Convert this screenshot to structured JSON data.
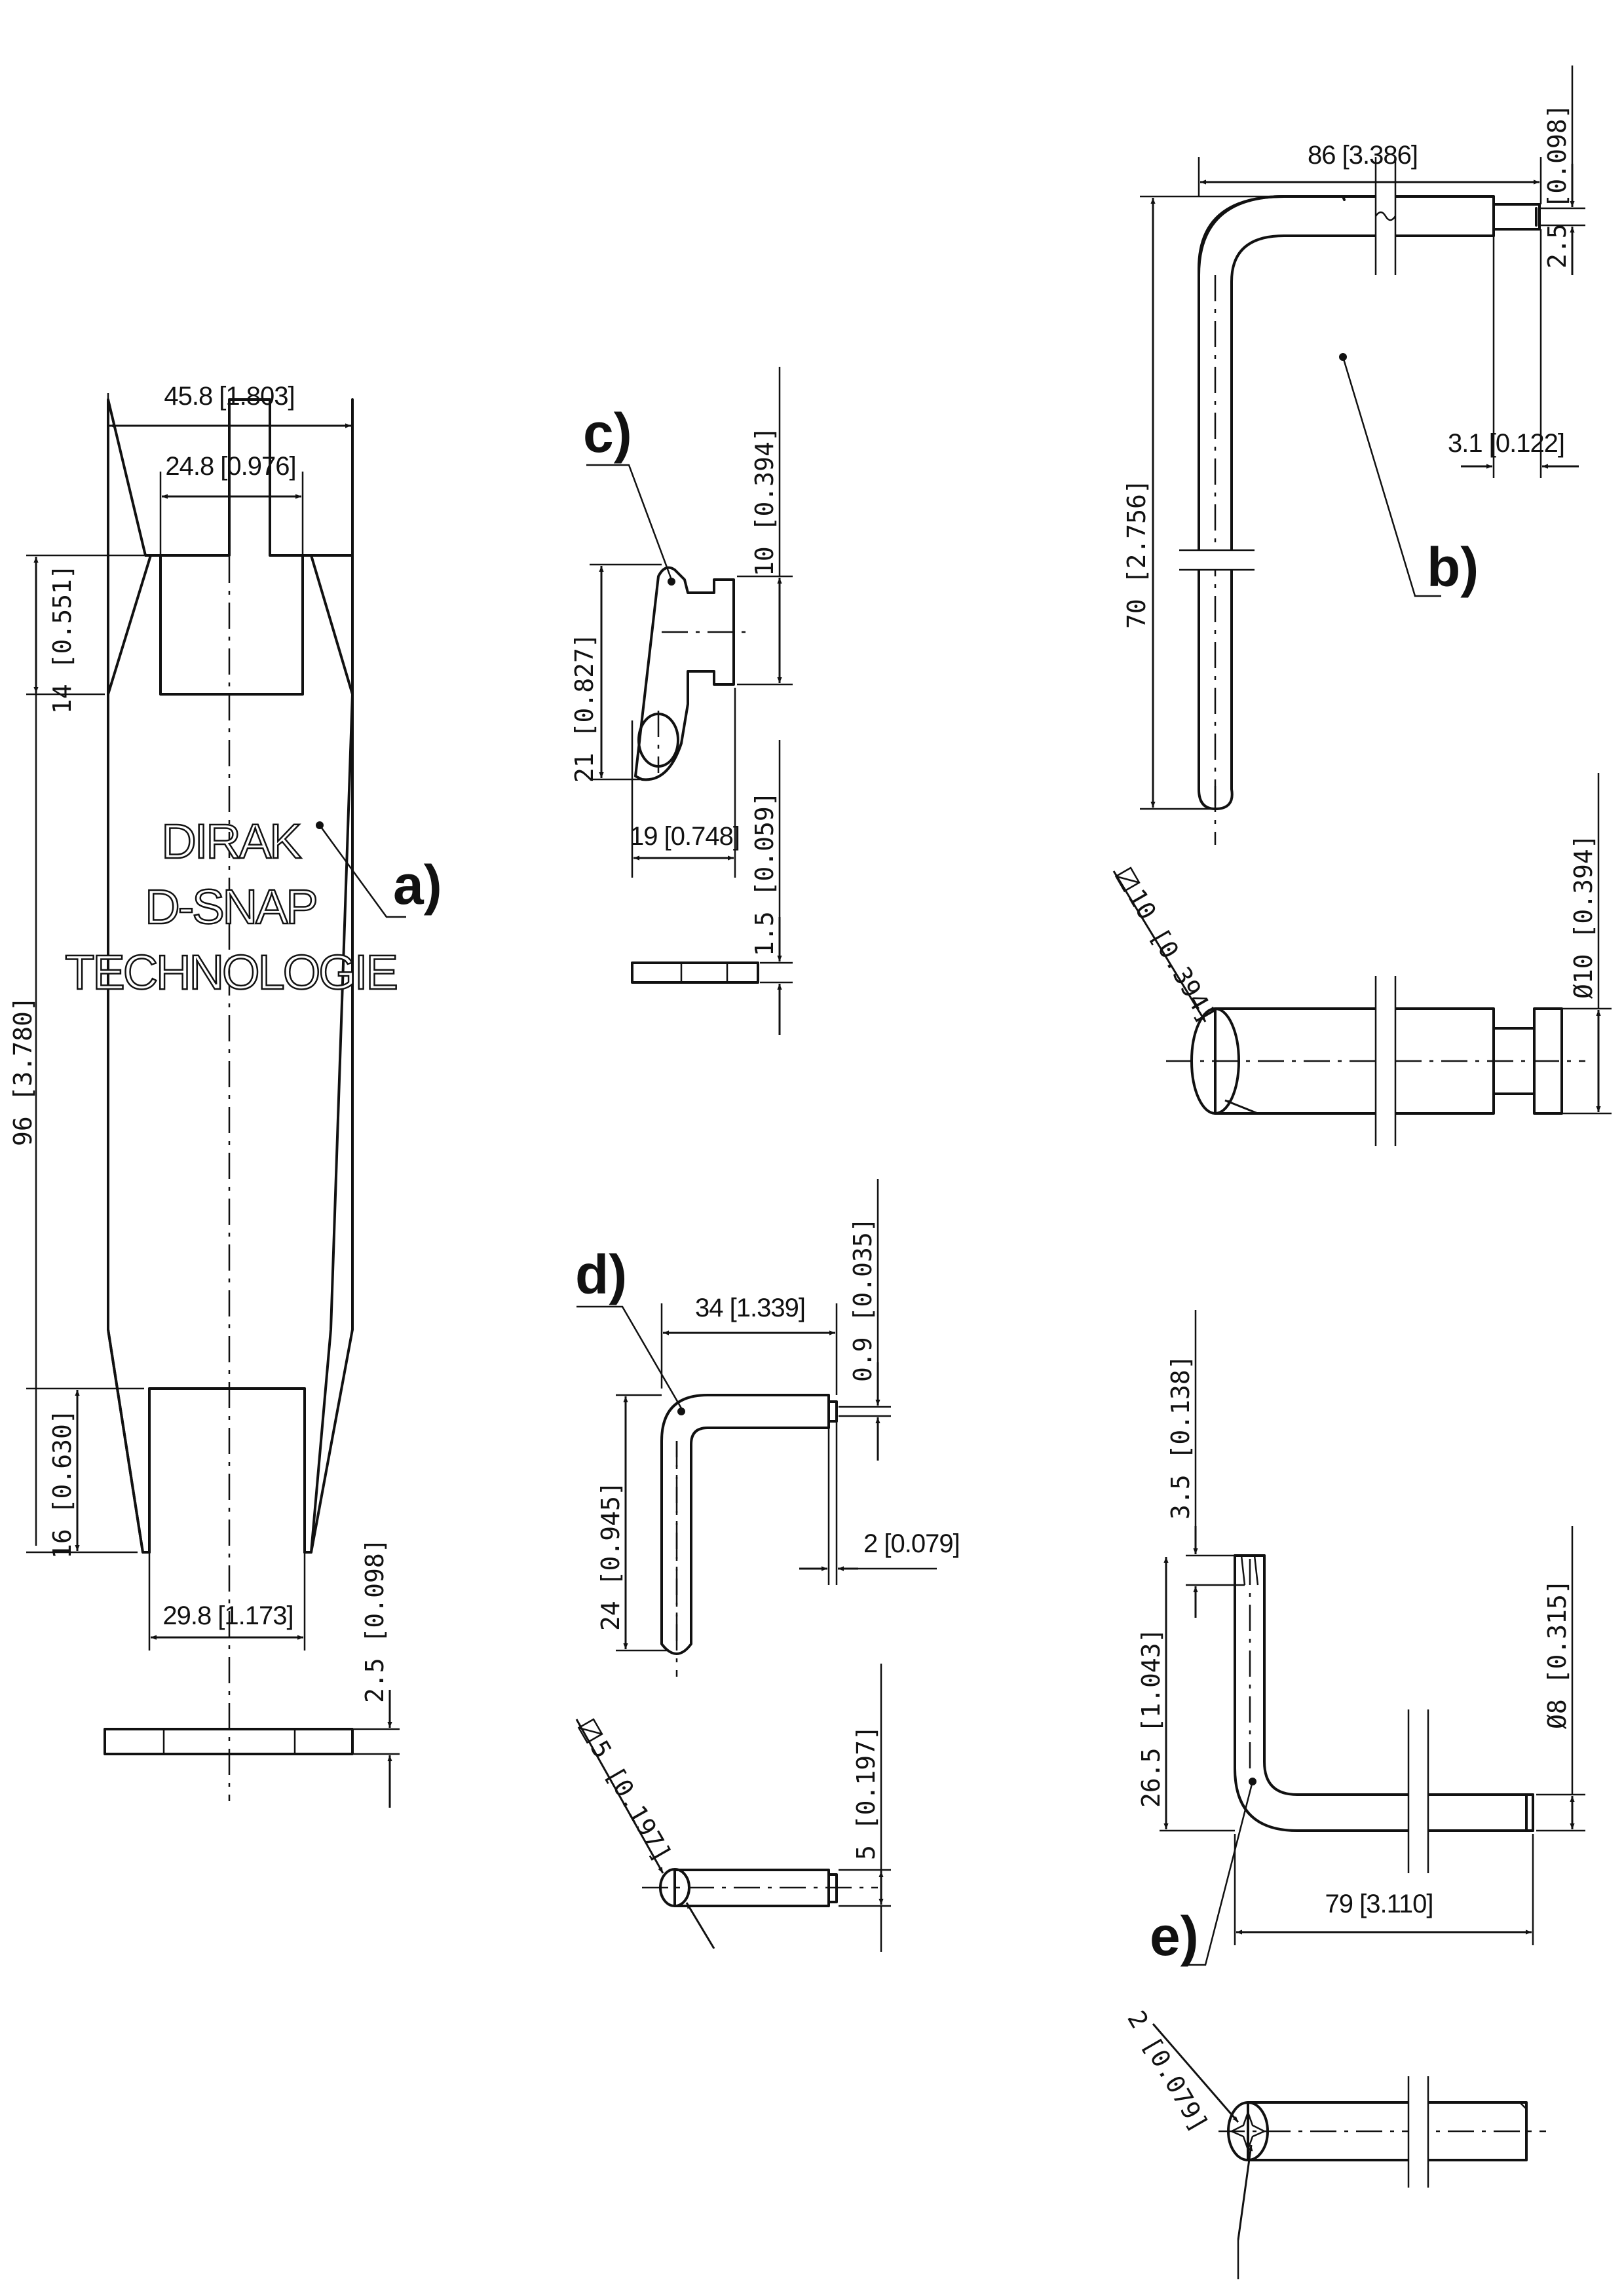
{
  "parts": {
    "a": {
      "label": "a)",
      "brand": [
        "DIRAK",
        "D-SNAP",
        "TECHNOLOGIE"
      ],
      "dims": [
        "45.8 [1.803]",
        "24.8 [0.976]",
        "14 [0.551]",
        "96 [3.780]",
        "16 [0.630]",
        "29.8 [1.173]",
        "2.5 [0.098]"
      ]
    },
    "b": {
      "label": "b)",
      "dims": [
        "86 [3.386]",
        "2.5 [0.098]",
        "3.1 [0.122]",
        "70 [2.756]",
        "Ø10 [0.394]"
      ],
      "square_dim": "10 [0.394]"
    },
    "c": {
      "label": "c)",
      "dims": [
        "10 [0.394]",
        "21 [0.827]",
        "19 [0.748]",
        "1.5 [0.059]"
      ]
    },
    "d": {
      "label": "d)",
      "dims": [
        "34 [1.339]",
        "0.9 [0.035]",
        "24 [0.945]",
        "2 [0.079]",
        "5 [0.197]"
      ],
      "square_dim": "5 [0.197]"
    },
    "e": {
      "label": "e)",
      "dims": [
        "3.5 [0.138]",
        "26.5 [1.043]",
        "Ø8 [0.315]",
        "79 [3.110]",
        "2 [0.079]"
      ]
    }
  }
}
